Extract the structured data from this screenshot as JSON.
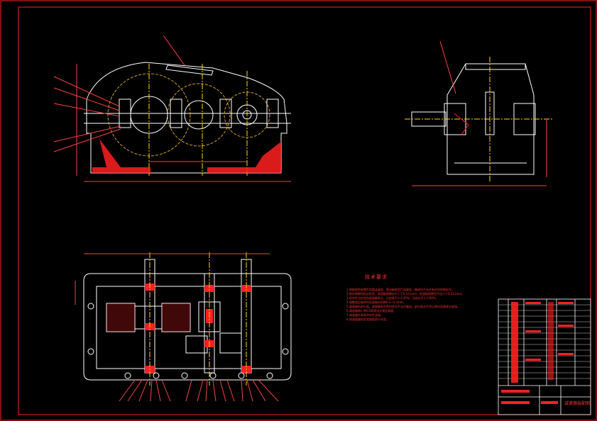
{
  "drawing": {
    "colors": {
      "background": "#000000",
      "border": "#ff2020",
      "outline": "#ffffff",
      "dimension": "#ff4040",
      "center_line": "#ffd700",
      "hatch": "#ff2020",
      "gear_circle": "#d4a020"
    },
    "title_block": {
      "title": "减速器装配图"
    },
    "technical_requirements": {
      "heading": "技术要求",
      "items": [
        "1.装配前所有零件用煤油清洗，滚动轴承用汽油清洗，箱体内不允许有任何杂物存在。",
        "2.啮合侧隙用铅丝检验，高速级侧隙应不小于0.211mm，低速级侧隙也不应小于0.211mm。",
        "3.用涂色法检验齿面接触斑点，沿齿高不小于45%，沿齿长不小于60%。",
        "4.调整固定轴承时应留轴向间隙0.2~0.3mm。",
        "5.减速器的剖分面，各接触面及密封处均不允许漏油，剖分面允许涂以密封油漆或水玻璃。",
        "6.减速器装L-AN15润滑油至规定高度。",
        "7.减速器外表面涂灰色油漆。",
        "8.按减速器的实验规程进行试验。"
      ]
    }
  }
}
